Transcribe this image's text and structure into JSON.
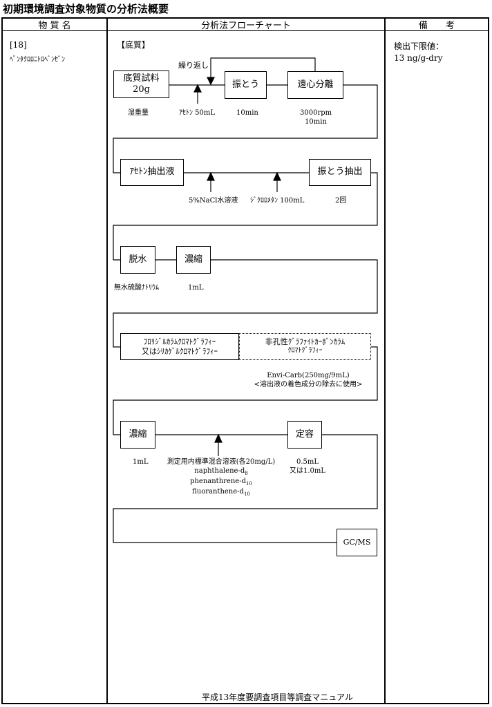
{
  "page_title": "初期環境調査対象物質の分析法概要",
  "columns": {
    "substance_header": "物 質 名",
    "flowchart_header": "分析法フローチャート",
    "remarks_header": "備　　考"
  },
  "substance": {
    "number": "[18]",
    "name": "ﾍﾟﾝﾀｸﾛﾛﾆﾄﾛﾍﾞﾝｾﾞﾝ"
  },
  "remarks": {
    "detection_limit_label": "検出下限値：",
    "detection_limit_value": "13 ng/g-dry"
  },
  "flow": {
    "section_label": "【底質】",
    "repeat_label": "繰り返し",
    "steps": {
      "sample_line1": "底質試料",
      "sample_line2": "20g",
      "shake": "振とう",
      "centrifuge": "遠心分離",
      "acetone_extract": "ｱｾﾄﾝ抽出液",
      "shake_extract": "振とう抽出",
      "dehydrate": "脱水",
      "concentrate1": "濃縮",
      "florisil_line1": "ﾌﾛﾘｼﾞﾙｶﾗﾑｸﾛﾏﾄｸﾞﾗﾌｨｰ",
      "florisil_line2": "又はｼﾘｶｹﾞﾙｸﾛﾏﾄｸﾞﾗﾌｨｰ",
      "graphite_line1": "非孔性ｸﾞﾗﾌｧｲﾄｶｰﾎﾞﾝｶﾗﾑ",
      "graphite_line2": "ｸﾛﾏﾄｸﾞﾗﾌｨｰ",
      "concentrate2": "濃縮",
      "volume": "定容",
      "gcms": "GC/MS"
    },
    "labels": {
      "wet_weight": "湿重量",
      "acetone": "ｱｾﾄﾝ 50mL",
      "shake_time": "10min",
      "centrifuge_rpm": "3000rpm",
      "centrifuge_time": "10min",
      "nacl": "5%NaCl水溶液",
      "dcm": "ｼﾞｸﾛﾛﾒﾀﾝ 100mL",
      "times": "2回",
      "sodium_sulfate": "無水硫酸ﾅﾄﾘｳﾑ",
      "conc1_volume": "1mL",
      "envicarb_line1": "Envi-Carb(250mg/9mL)",
      "envicarb_line2": "<溶出液の着色成分の除去に使用>",
      "conc2_volume": "1mL",
      "internal_std": "測定用内標準混合溶液(各20mg/L)",
      "is_naphthalene": "naphthalene-d",
      "is_naphthalene_sub": "8",
      "is_phenanthrene": "phenanthrene-d",
      "is_phenanthrene_sub": "10",
      "is_fluoranthene": "fluoranthene-d",
      "is_fluoranthene_sub": "10",
      "final_volume1": "0.5mL",
      "final_volume2": "又は1.0mL"
    }
  },
  "footer": "平成13年度要調査項目等調査マニュアル"
}
